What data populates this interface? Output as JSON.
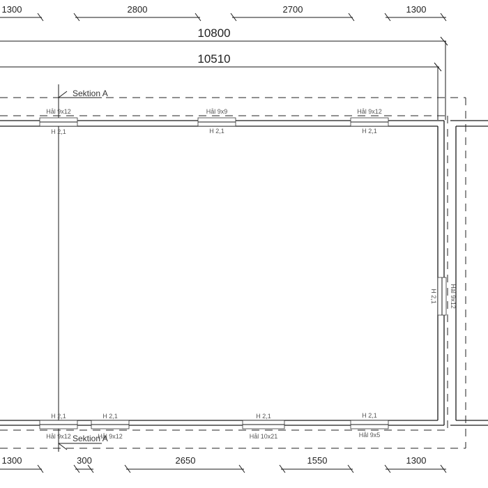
{
  "dimensions": {
    "top_chain": [
      "1300",
      "2800",
      "2700",
      "1300"
    ],
    "overall": "10800",
    "inner": "10510",
    "bottom_chain": [
      "1300",
      "300",
      "2650",
      "1550",
      "1300"
    ]
  },
  "section": {
    "top_label": "Sektion A",
    "bottom_label": "Sektion A"
  },
  "openings": {
    "top": [
      {
        "hole": "Hål 9x12",
        "height": "H 2,1"
      },
      {
        "hole": "Hål 9x9",
        "height": "H 2,1"
      },
      {
        "hole": "Hål 9x12",
        "height": "H 2,1"
      }
    ],
    "right": [
      {
        "hole": "Hål 9x12",
        "height": "H 2,1"
      }
    ],
    "bottom": [
      {
        "hole": "Hål 9x12",
        "height": "H 2,1"
      },
      {
        "hole": "Hål 9x12",
        "height": "H 2,1"
      },
      {
        "hole": "Hål 10x21",
        "height": "H 2,1"
      },
      {
        "hole": "Hål 9x5",
        "height": "H 2,1"
      }
    ]
  }
}
